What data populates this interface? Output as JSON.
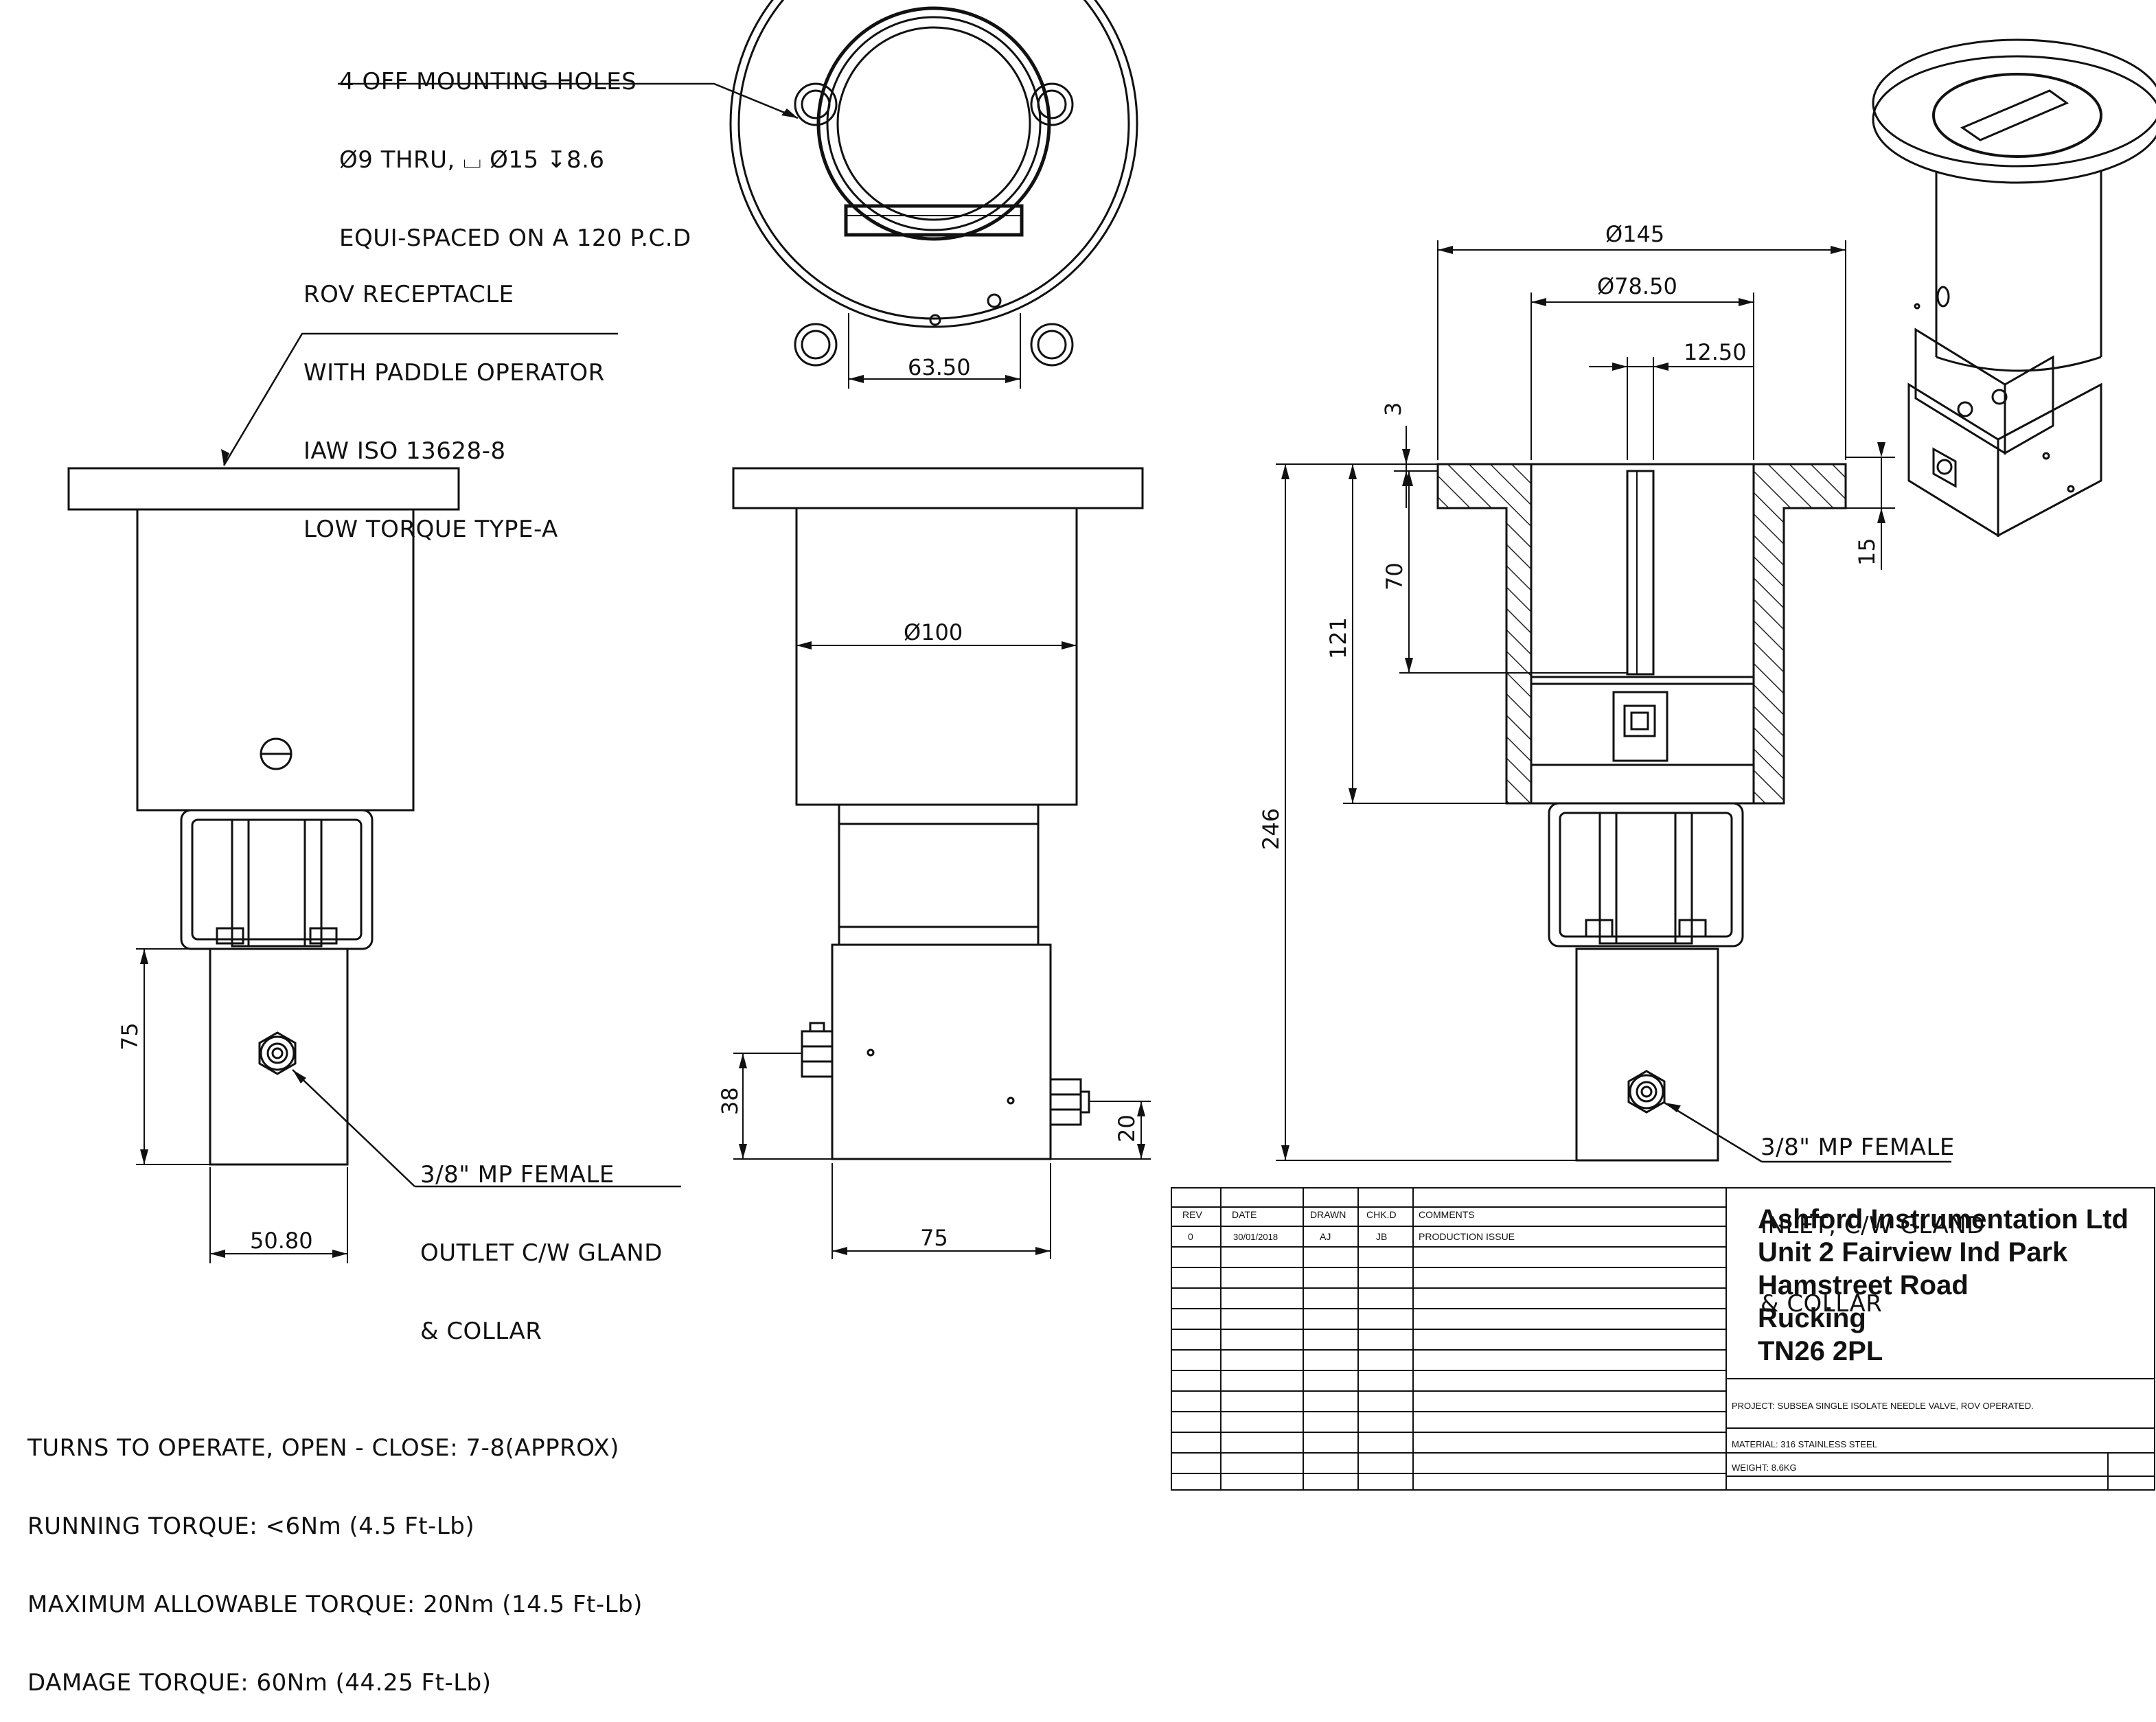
{
  "notes": {
    "mounting_holes": [
      "4 OFF MOUNTING HOLES",
      "Ø9 THRU, ⌴ Ø15 ↧8.6",
      "EQUI-SPACED ON A 120 P.C.D"
    ],
    "rov_receptacle": [
      "ROV RECEPTACLE",
      "WITH PADDLE OPERATOR",
      "IAW ISO 13628-8",
      "LOW TORQUE TYPE-A"
    ],
    "outlet": [
      "3/8\" MP FEMALE",
      "OUTLET C/W GLAND",
      "& COLLAR"
    ],
    "inlet": [
      "3/8\" MP FEMALE",
      "INLET, C/W GLAND",
      "& COLLAR"
    ],
    "operation": [
      "TURNS TO OPERATE, OPEN - CLOSE: 7-8(APPROX)",
      "RUNNING TORQUE: <6Nm (4.5 Ft-Lb)",
      "MAXIMUM ALLOWABLE TORQUE: 20Nm (14.5 Ft-Lb)",
      "DAMAGE TORQUE: 60Nm (44.25 Ft-Lb)"
    ]
  },
  "dimensions": {
    "top_view_bore": "63.50",
    "body_dia": "Ø100",
    "block_height_left": "75",
    "block_width_left": "50.80",
    "port_height": "38",
    "port_offset": "20",
    "block_width_front": "75",
    "flange_dia": "Ø145",
    "bore_dia": "Ø78.50",
    "paddle_width": "12.50",
    "flange_step": "3",
    "paddle_depth": "70",
    "receptacle_depth": "121",
    "overall_height": "246",
    "flange_thickness": "15"
  },
  "title_block": {
    "headers": {
      "rev": "REV",
      "date": "DATE",
      "drawn": "DRAWN",
      "chkd": "CHK.D",
      "comments": "COMMENTS"
    },
    "rows": [
      {
        "rev": "0",
        "date": "30/01/2018",
        "drawn": "AJ",
        "chkd": "JB",
        "comments": "PRODUCTION ISSUE"
      }
    ],
    "company": [
      "Ashford Instrumentation Ltd",
      "Unit 2 Fairview Ind Park",
      "Hamstreet Road",
      "Rucking",
      "TN26 2PL"
    ],
    "project": "PROJECT: SUBSEA SINGLE ISOLATE NEEDLE VALVE, ROV OPERATED.",
    "material": "MATERIAL:  316 STAINLESS STEEL",
    "weight": "WEIGHT: 8.6KG"
  }
}
